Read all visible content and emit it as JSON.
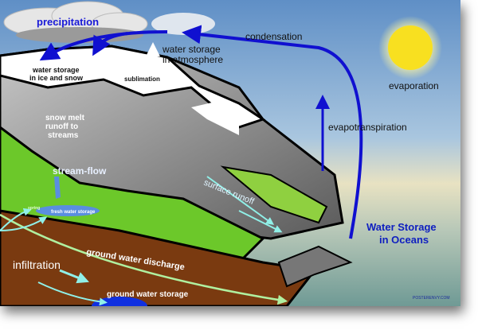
{
  "labels": {
    "precipitation": "precipitation",
    "condensation": "condensation",
    "atmosphere_line1": "water storage",
    "atmosphere_line2": "in atmosphere",
    "ice_line1": "water storage",
    "ice_line2": "in ice and snow",
    "sublimation": "sublimation",
    "evaporation": "evaporation",
    "evapotranspiration": "evapotranspiration",
    "snowmelt_line1": "snow melt",
    "snowmelt_line2": "runoff to",
    "snowmelt_line3": "streams",
    "streamflow": "stream-flow",
    "spring": "spring",
    "fresh_water": "fresh water storage",
    "surface_runoff": "surface runoff",
    "oceans_line1": "Water Storage",
    "oceans_line2": "in Oceans",
    "infiltration": "infiltration",
    "gw_discharge": "ground water discharge",
    "gw_storage": "ground water storage",
    "watermark": "POSTERENVY.COM"
  },
  "colors": {
    "arrow_blue": "#1010d0",
    "ocean_label": "#1020c0",
    "runoff_arrow": "#90f0e8",
    "ground": "#7a3a10",
    "grass": "#6cc82a",
    "rock": "#8c8c8c",
    "sun": "#f8e020"
  }
}
